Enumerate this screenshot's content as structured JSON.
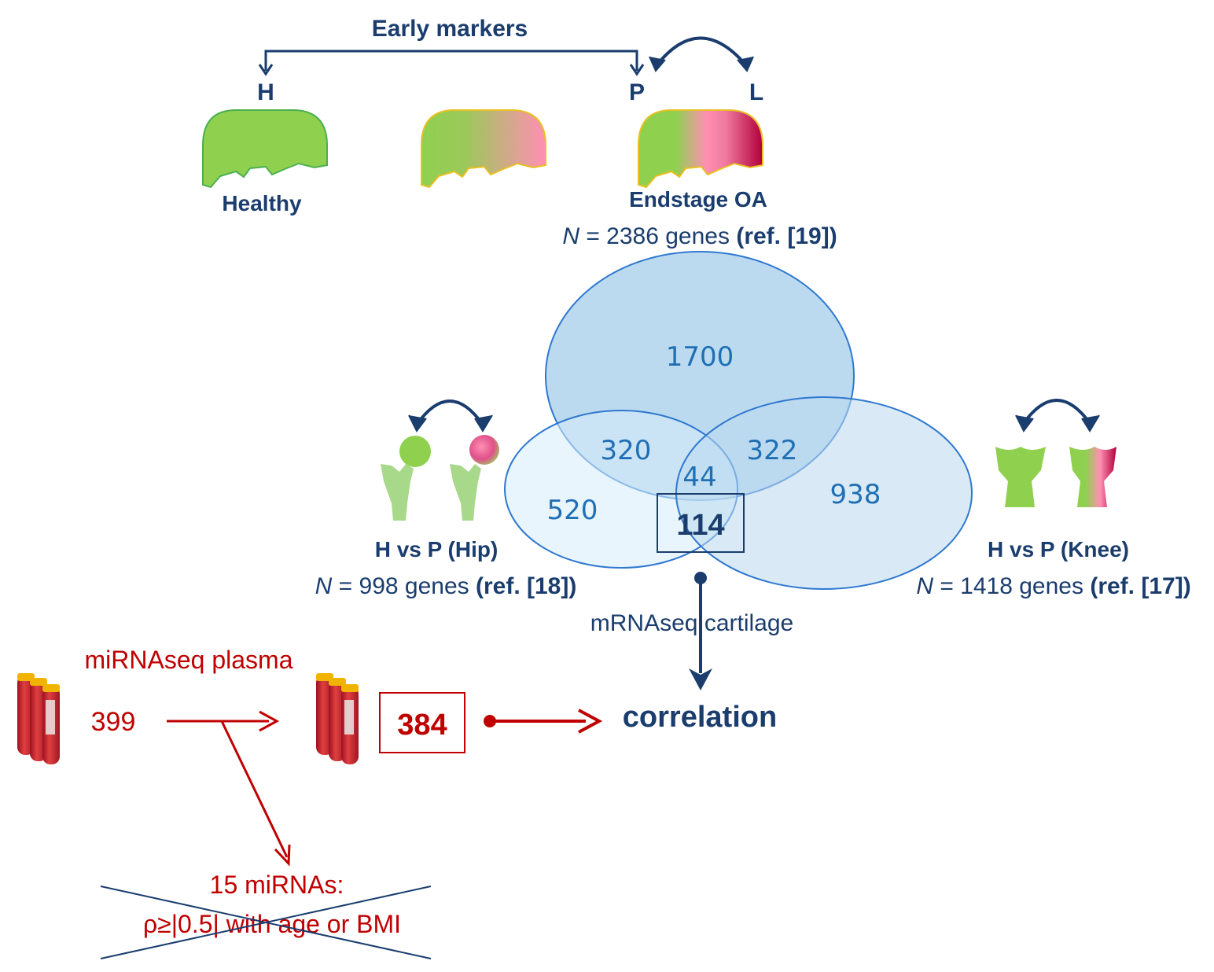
{
  "top": {
    "early_markers": "Early markers",
    "H": "H",
    "P": "P",
    "L": "L",
    "healthy": "Healthy",
    "endstage": "Endstage OA",
    "endstage_n_italic": "N",
    "endstage_n_rest": " = 2386 genes ",
    "endstage_ref": "(ref. [19])"
  },
  "venn": {
    "top_only": "1700",
    "hip_top": "320",
    "knee_top": "322",
    "center": "44",
    "hip_only": "520",
    "knee_only": "938",
    "hip_knee": "114"
  },
  "hip": {
    "title": "H vs P (Hip)",
    "n_italic": "N",
    "n_rest": " = 998 genes ",
    "ref": "(ref. [18])"
  },
  "knee": {
    "title": "H vs P (Knee)",
    "n_italic": "N",
    "n_rest": " = 1418 genes ",
    "ref": "(ref. [17])"
  },
  "flow": {
    "mrnaseq": "mRNAseq cartilage",
    "mirnaseq": "miRNAseq plasma",
    "start_count": "399",
    "kept_count": "384",
    "correlation": "correlation",
    "excluded_line1": "15 miRNAs:",
    "excluded_line2": "ρ≥|0.5| with age or BMI"
  },
  "colors": {
    "navy": "#1a3d6e",
    "venn_text": "#1f6fb5",
    "red": "#c00000",
    "green": "#8fd14f",
    "pink": "#ff8fb3",
    "magenta": "#b0003a"
  }
}
